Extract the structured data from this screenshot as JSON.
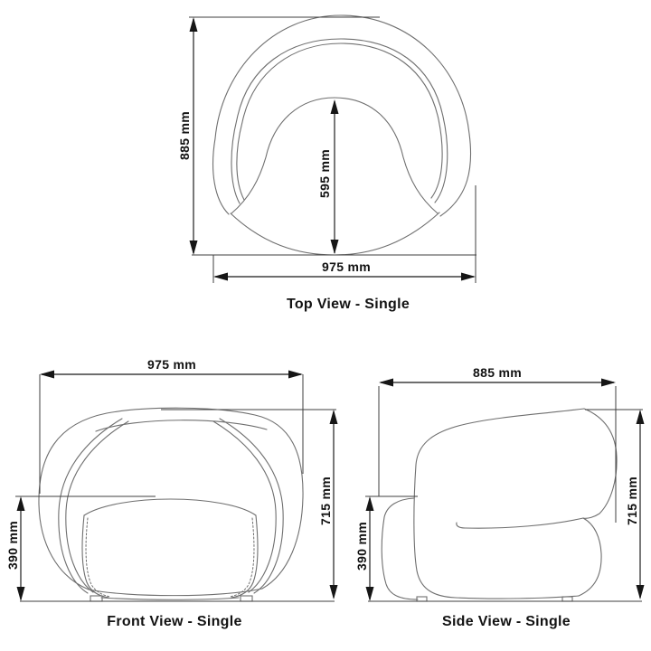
{
  "meta": {
    "background": "#ffffff",
    "dim_line_color": "#3f3f3f",
    "chair_outline_color": "#6f6f6f",
    "arrow_color": "#161616",
    "text_color": "#121212",
    "unit": "mm"
  },
  "views": {
    "top": {
      "title": "Top View - Single",
      "depth": "885 mm",
      "seat_depth": "595 mm",
      "width": "975 mm"
    },
    "front": {
      "title": "Front View - Single",
      "width": "975 mm",
      "height": "715 mm",
      "seat_height": "390 mm"
    },
    "side": {
      "title": "Side View - Single",
      "depth": "885 mm",
      "height": "715 mm",
      "seat_height": "390 mm"
    }
  }
}
